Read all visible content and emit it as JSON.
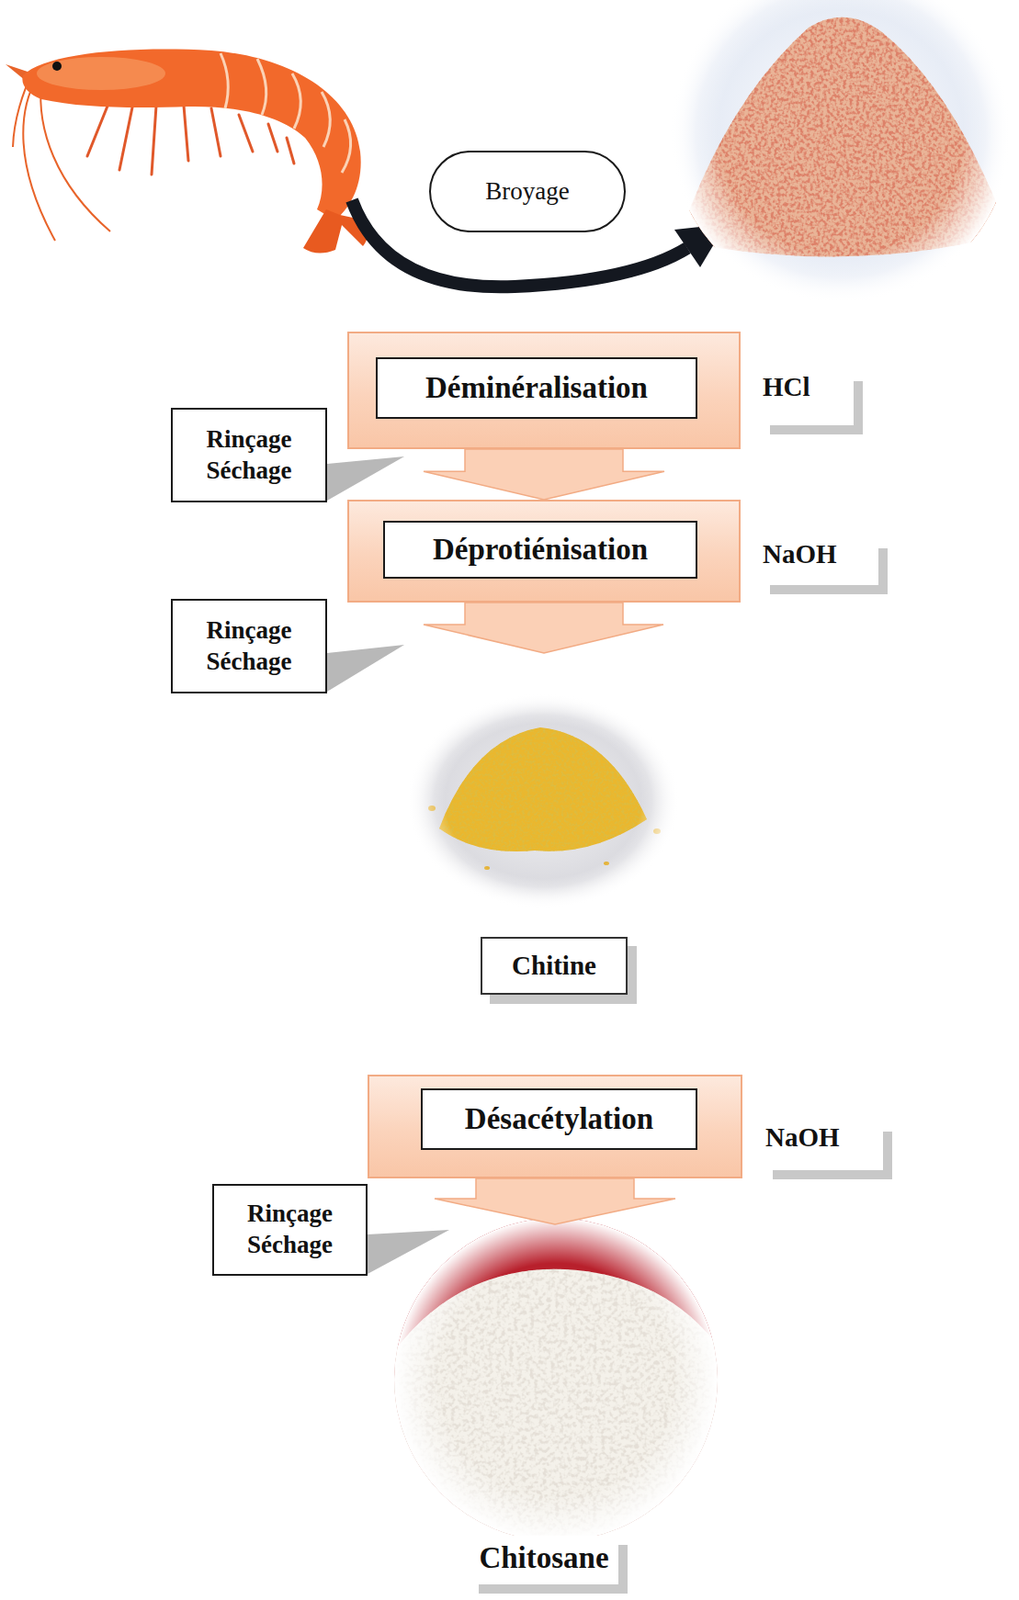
{
  "diagram": {
    "nodes": [
      {
        "text": [
          "Broyage"
        ]
      },
      {
        "text": [
          "Déminéralisation"
        ]
      },
      {
        "text": [
          "Rinçage Séchage"
        ]
      },
      {
        "text": [
          "Déprotiénisation"
        ]
      },
      {
        "text": [
          "Rinçage Séchage"
        ]
      },
      {
        "text": [
          "Chitine"
        ]
      },
      {
        "text": [
          "Désacétylation"
        ]
      },
      {
        "text": [
          "Rinçage Séchage"
        ]
      }
    ],
    "edges": [
      {
        "from": 1,
        "to": 3,
        "arrow": "to"
      }
    ],
    "labels": [
      "HCl",
      "NaOH",
      "NaOH",
      "Chitosane"
    ]
  }
}
